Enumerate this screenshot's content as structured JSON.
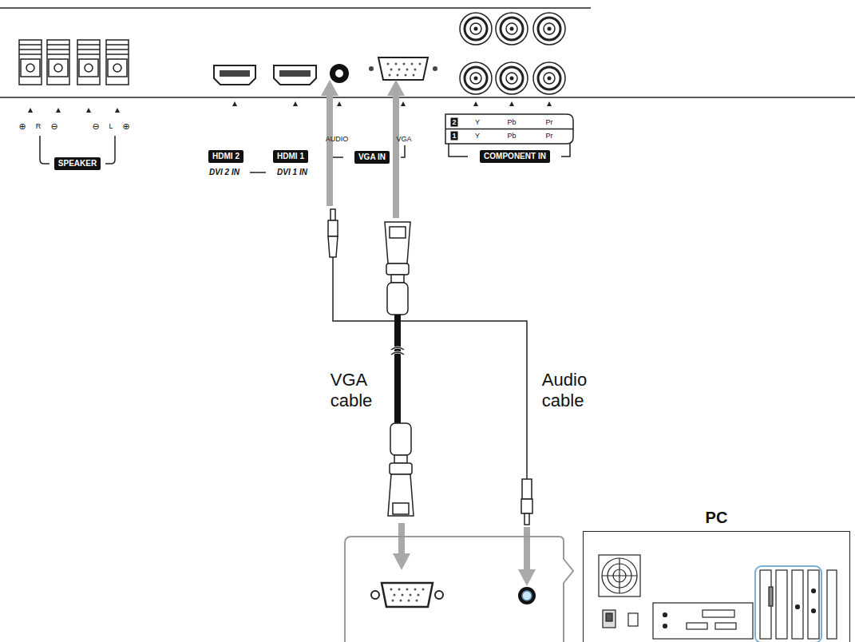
{
  "diagram": {
    "nodes": [
      {
        "text": [
          "SPEAKER"
        ]
      },
      {
        "text": [
          "HDMI 2"
        ]
      },
      {
        "text": [
          "HDMI 1"
        ]
      },
      {
        "text": [
          "VGA IN"
        ]
      },
      {
        "text": [
          "COMPONENT IN"
        ]
      },
      {
        "text": [
          "PC"
        ]
      }
    ],
    "labels": [
      "⊕",
      "R",
      "⊖",
      "⊖",
      "L",
      "⊕",
      "DVI 2 IN",
      "DVI 1 IN",
      "AUDIO",
      "VGA",
      "2",
      "Y",
      "Pb",
      "Pr",
      "1",
      "Y",
      "Pb",
      "Pr",
      "VGA cable",
      "Audio cable"
    ]
  }
}
